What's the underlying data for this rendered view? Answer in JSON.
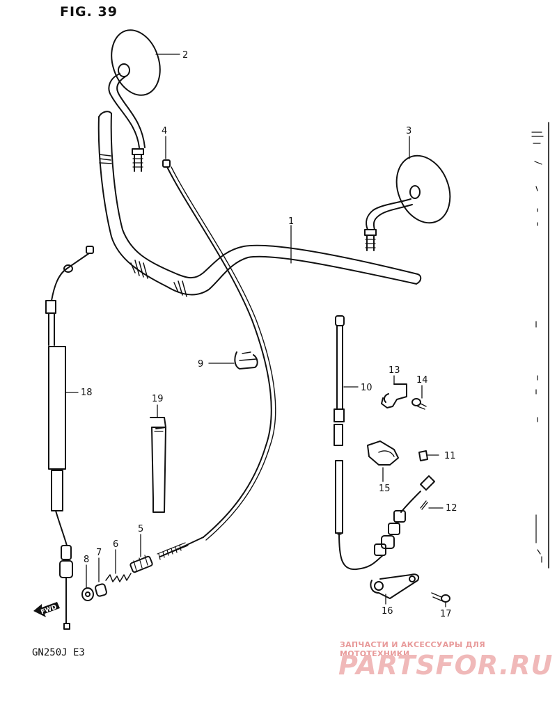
{
  "figure_title": "FIG. 39",
  "model_code": "GN250J  E3",
  "fwd_label": "FWD",
  "callouts": [
    "1",
    "2",
    "3",
    "4",
    "5",
    "6",
    "7",
    "8",
    "9",
    "10",
    "11",
    "12",
    "13",
    "14",
    "15",
    "16",
    "17",
    "18",
    "19"
  ],
  "watermark": {
    "line1": "ЗАПЧАСТИ И АКСЕССУАРЫ ДЛЯ МОТОТЕХНИКИ",
    "line2": "PARTSFOR.RU"
  },
  "colors": {
    "ink": "#111111",
    "paper": "#ffffff",
    "watermark": "#e89a9a"
  }
}
